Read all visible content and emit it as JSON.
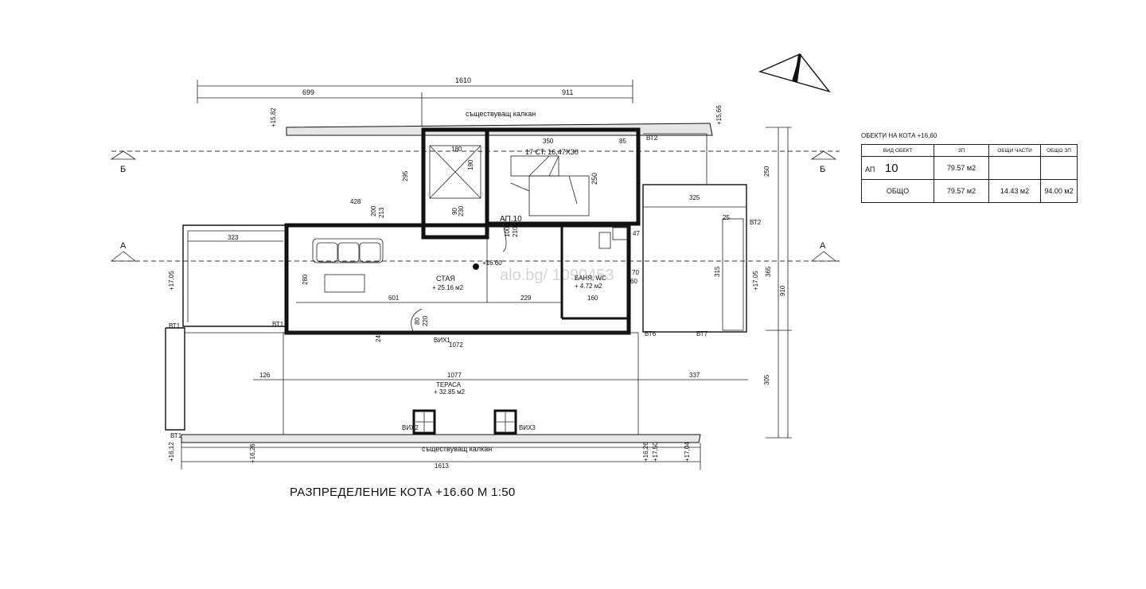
{
  "plan": {
    "title": "РАЗПРЕДЕЛЕНИЕ КОТА +16.60 М 1:50",
    "dims_top": {
      "total": "1610",
      "left": "699",
      "right": "911"
    },
    "party_wall_top": "съществуващ калкан",
    "party_wall_bottom": "съществуващ калкан",
    "section_b": "Б",
    "section_a": "А",
    "stair_label": "17 СТ. 16,47Х30",
    "stair_len": "250",
    "apartment_label": "АП.10",
    "level_mark": "+16.60",
    "room": {
      "name": "СТАЯ",
      "area": "+ 25.16 м2"
    },
    "bath": {
      "name": "БАНЯ, WC",
      "area": "+ 4.72 м2"
    },
    "terrace": {
      "name": "ТЕРАСА",
      "area": "+ 32.85 м2"
    },
    "dims": {
      "d428": "428",
      "d323": "323",
      "d325": "325",
      "d601": "601",
      "d229": "229",
      "d160": "160",
      "d1072": "1072",
      "d1077": "1077",
      "d1613": "1613",
      "d126": "126",
      "d337": "337",
      "d350": "350",
      "d85": "85",
      "d47": "47",
      "d295": "295",
      "d910": "910",
      "d315": "315",
      "d365": "365",
      "d305": "305",
      "d250": "250",
      "d280": "280",
      "d180": "180",
      "d190": "190",
      "d90": "90",
      "d230": "230",
      "d200": "200",
      "d213": "213",
      "d100": "100",
      "d210": "210",
      "d80": "80",
      "d220": "220",
      "d245": "245",
      "d70": "70",
      "d25": "25",
      "d60": "60"
    },
    "elev": {
      "e1582": "+15,82",
      "e1566": "+15,66",
      "e1705": "+17,05",
      "e1612": "+16,12",
      "e1626": "+16,26",
      "e1750": "+17,50",
      "e1704": "+17,04"
    },
    "tags": {
      "bt1": "ВТ1",
      "bt2": "ВТ2",
      "bt6": "ВТ6",
      "bt7": "ВТ7",
      "bikh1": "ВИХ1",
      "bikh2": "ВИХ2",
      "bikh3": "ВИХ3"
    },
    "watermark": "alo.bg/ 1090453"
  },
  "objects_table": {
    "title": "ОБЕКТИ НА КОТА +16,60",
    "headers": [
      "ВИД ОБЕКТ",
      "ЗП",
      "ОБЩИ ЧАСТИ",
      "ОБЩО ЗП"
    ],
    "rows": [
      {
        "type": "АП",
        "number": "10",
        "zp": "79.57 м2",
        "common": "",
        "total": ""
      },
      {
        "type": "ОБЩО",
        "number": "",
        "zp": "79.57 м2",
        "common": "14.43 м2",
        "total": "94.00 м2"
      }
    ]
  }
}
